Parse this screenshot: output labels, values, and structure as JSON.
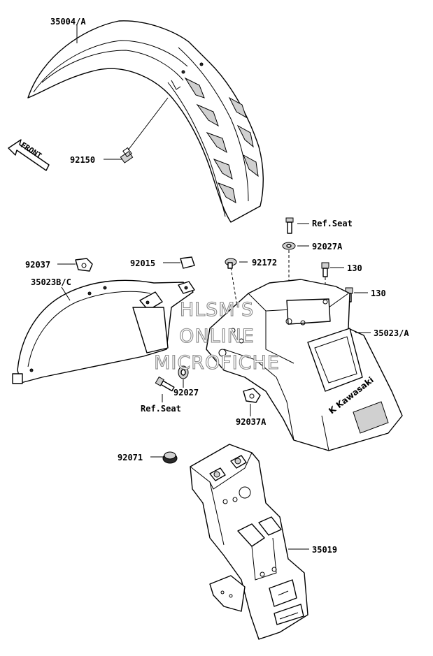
{
  "labels": {
    "p35004A": "35004/A",
    "p92150": "92150",
    "front": "FRONT",
    "refSeat1": "Ref.Seat",
    "p92027A": "92027A",
    "p92037": "92037",
    "p92015": "92015",
    "p92172": "92172",
    "p130a": "130",
    "p130b": "130",
    "p35023BC": "35023B/C",
    "p35023A": "35023/A",
    "p92027": "92027",
    "refSeat2": "Ref.Seat",
    "p92037A": "92037A",
    "p92071": "92071",
    "p35019": "35019"
  },
  "watermark": {
    "line1": "HLSM'S",
    "line2": "ONLINE",
    "line3": "MICROFICHE"
  },
  "brand_logo": "K Kawasaki"
}
